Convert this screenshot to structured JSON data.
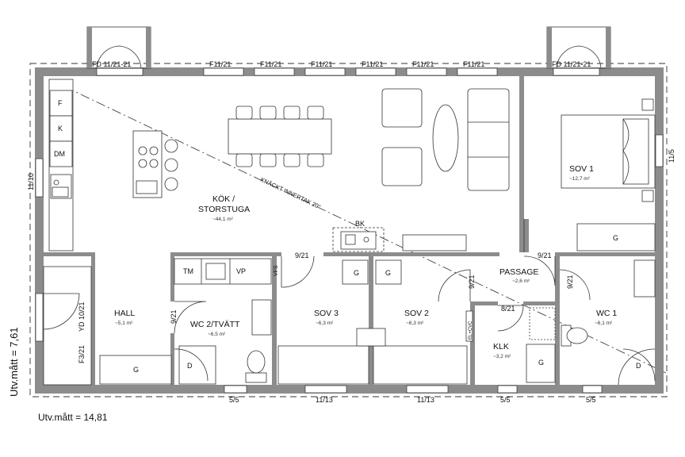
{
  "rooms": {
    "kok": {
      "name_line1": "KÖK /",
      "name_line2": "STORSTUGA",
      "area": "~44,1 m²"
    },
    "sov1": {
      "name": "SOV 1",
      "area": "~12,7 m²"
    },
    "passage": {
      "name": "PASSAGE",
      "area": "~2,6 m²"
    },
    "hall": {
      "name": "HALL",
      "area": "~5,1 m²"
    },
    "wc2": {
      "name": "WC 2/TVÄTT",
      "area": "~6,5 m²"
    },
    "sov3": {
      "name": "SOV 3",
      "area": "~6,3 m²"
    },
    "sov2": {
      "name": "SOV 2",
      "area": "~6,3 m²"
    },
    "klk": {
      "name": "KLK",
      "area": "~3,2 m²"
    },
    "wc1": {
      "name": "WC 1",
      "area": "~6,1 m²"
    }
  },
  "windows_top": {
    "fd_left": "FD 11/21-21",
    "f1": "F11/21",
    "f2": "F11/21",
    "f3": "F11/21",
    "f4": "F11/21",
    "f5": "F11/21",
    "f6": "F11/21",
    "fd_right": "FD 11/21-21"
  },
  "windows_bottom": {
    "w1": "5/5",
    "w2": "11/13",
    "w3": "11/13",
    "w4": "5/5",
    "w5": "5/5"
  },
  "side_labels": {
    "left_window": "11/10",
    "right_window": "11/5",
    "yd": "YD 10/21",
    "f3": "F3/21"
  },
  "doors": {
    "d_sov3": "9/21",
    "d_sov1": "9/21",
    "d_hall_wc": "9/21",
    "d_sov2_side": "9/21",
    "d_passage": "9/21",
    "d_klk": "8/21"
  },
  "fixtures": {
    "fridge": "F",
    "freezer": "K",
    "dishwasher": "DM",
    "tm": "TM",
    "vp": "VP",
    "vfs": "VFS",
    "bk": "BK",
    "elc": "EL+CVC",
    "g": "G",
    "d": "D"
  },
  "annotations": {
    "roof": "KNÄCKT INNERTAK 20°",
    "height": "Utv.mått = 7,61",
    "width": "Utv.mått = 14,81"
  }
}
